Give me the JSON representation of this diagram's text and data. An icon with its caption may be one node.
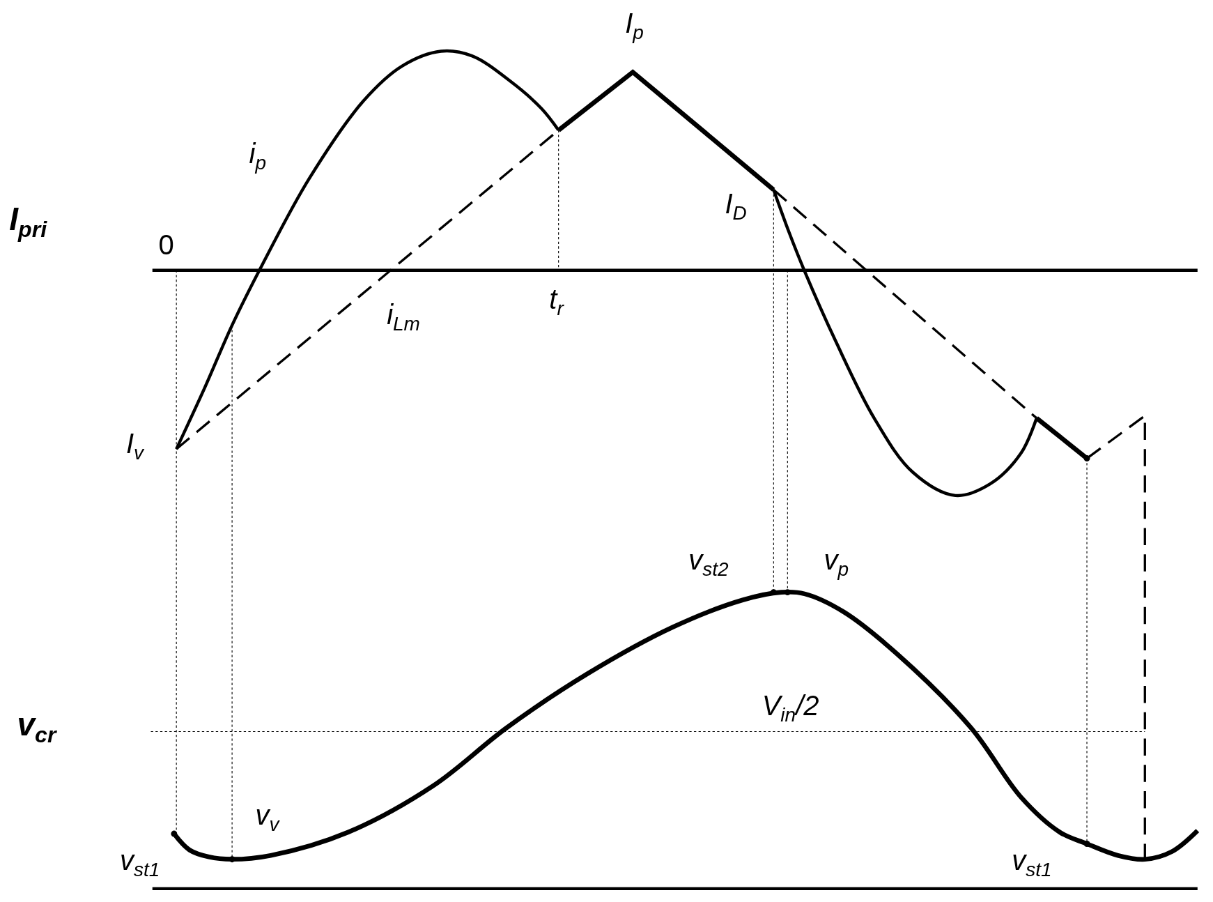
{
  "diagram": {
    "labels": [
      "I$_{p}$",
      "i$_{p}$",
      "I$_{pri}$",
      "0",
      "I$_{D}$",
      "i$_{Lm}$",
      "t$_{r}$",
      "I$_{v}$",
      "v$_{st2}$",
      "v$_{p}$",
      "V$_{in}$/2",
      "v$_{cr}$",
      "v$_{v}$",
      "v$_{st1}$",
      "v$_{st1}$"
    ]
  }
}
